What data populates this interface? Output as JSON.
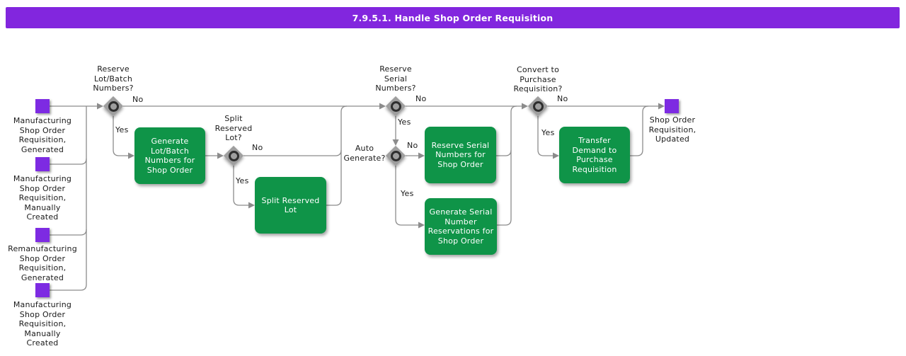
{
  "header": {
    "title": "7.9.5.1. Handle Shop Order Requisition"
  },
  "colors": {
    "header_bg": "#8226DE",
    "event_fill": "#7D2BE2",
    "activity_fill": "#0F9448",
    "connector": "#8C8C8C",
    "diamond_fill": "#9E9E9E",
    "diamond_ring": "#2E2E2E"
  },
  "events": {
    "start1": {
      "label": "Manufacturing\nShop Order\nRequisition,\nGenerated"
    },
    "start2": {
      "label": "Manufacturing\nShop Order\nRequisition,\nManually\nCreated"
    },
    "start3": {
      "label": "Remanufacturing\nShop Order\nRequisition,\nGenerated"
    },
    "start4": {
      "label": "Manufacturing\nShop Order\nRequisition,\nManually\nCreated"
    },
    "end": {
      "label": "Shop Order\nRequisition,\nUpdated"
    }
  },
  "decisions": {
    "reserve_lot_batch": {
      "label": "Reserve\nLot/Batch\nNumbers?",
      "no": "No",
      "yes": "Yes"
    },
    "split_reserved_lot": {
      "label": "Split\nReserved\nLot?",
      "no": "No",
      "yes": "Yes"
    },
    "reserve_serial": {
      "label": "Reserve\nSerial\nNumbers?",
      "no": "No",
      "yes": "Yes"
    },
    "auto_generate": {
      "label": "Auto\nGenerate?",
      "no": "No",
      "yes": "Yes"
    },
    "convert_to_pr": {
      "label": "Convert to\nPurchase\nRequisition?",
      "no": "No",
      "yes": "Yes"
    }
  },
  "activities": {
    "generate_lot_batch": {
      "label": "Generate\nLot/Batch\nNumbers for\nShop Order"
    },
    "split_reserved_lot": {
      "label": "Split Reserved\nLot"
    },
    "reserve_serial": {
      "label": "Reserve Serial\nNumbers for\nShop Order"
    },
    "generate_serial_res": {
      "label": "Generate Serial\nNumber\nReservations for\nShop Order"
    },
    "transfer_demand": {
      "label": "Transfer\nDemand to\nPurchase\nRequisition"
    }
  }
}
